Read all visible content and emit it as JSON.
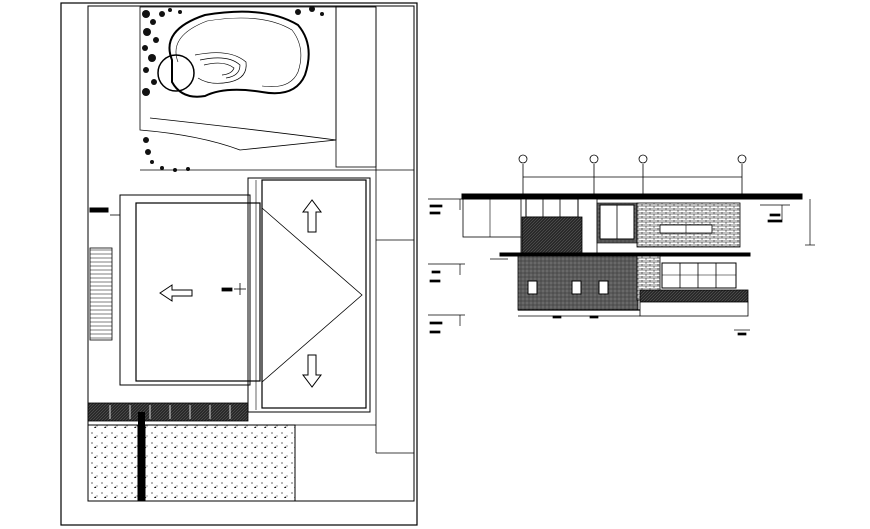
{
  "drawing": {
    "background": "#ffffff",
    "line_color": "#000000"
  },
  "site_plan": {
    "pool_label": "",
    "roof_slope_arrows": [
      {
        "direction": "up",
        "label": ""
      },
      {
        "direction": "left",
        "label": ""
      },
      {
        "direction": "down",
        "label": ""
      }
    ]
  },
  "elevation": {
    "grid_markers": [
      "",
      "",
      "",
      ""
    ],
    "level_tags": [
      "",
      "",
      "",
      ""
    ]
  }
}
